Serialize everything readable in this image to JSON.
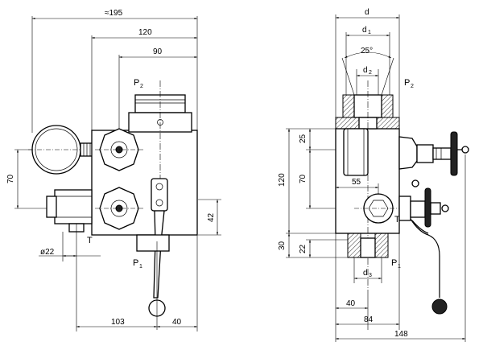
{
  "front_view": {
    "dims": {
      "overall_width": "≈195",
      "width_120": "120",
      "width_90": "90",
      "height_70": "70",
      "height_42": "42",
      "diameter": "ø22",
      "bottom_103": "103",
      "bottom_40": "40"
    },
    "ports": {
      "p2": "P",
      "p2_sub": "2",
      "p1": "P",
      "p1_sub": "1",
      "t": "T"
    }
  },
  "side_view": {
    "dims": {
      "d": "d",
      "d1": "d",
      "d1_sub": "1",
      "angle": "25°",
      "d2": "d",
      "d2_sub": "2",
      "d3": "d",
      "d3_sub": "3",
      "h_25": "25",
      "h_120": "120",
      "h_70": "70",
      "h_55": "55",
      "h_30": "30",
      "h_22": "22",
      "w_40": "40",
      "w_84": "84",
      "w_148": "148"
    },
    "ports": {
      "p2": "P",
      "p2_sub": "2",
      "p1": "P",
      "p1_sub": "1",
      "t": "T"
    }
  }
}
